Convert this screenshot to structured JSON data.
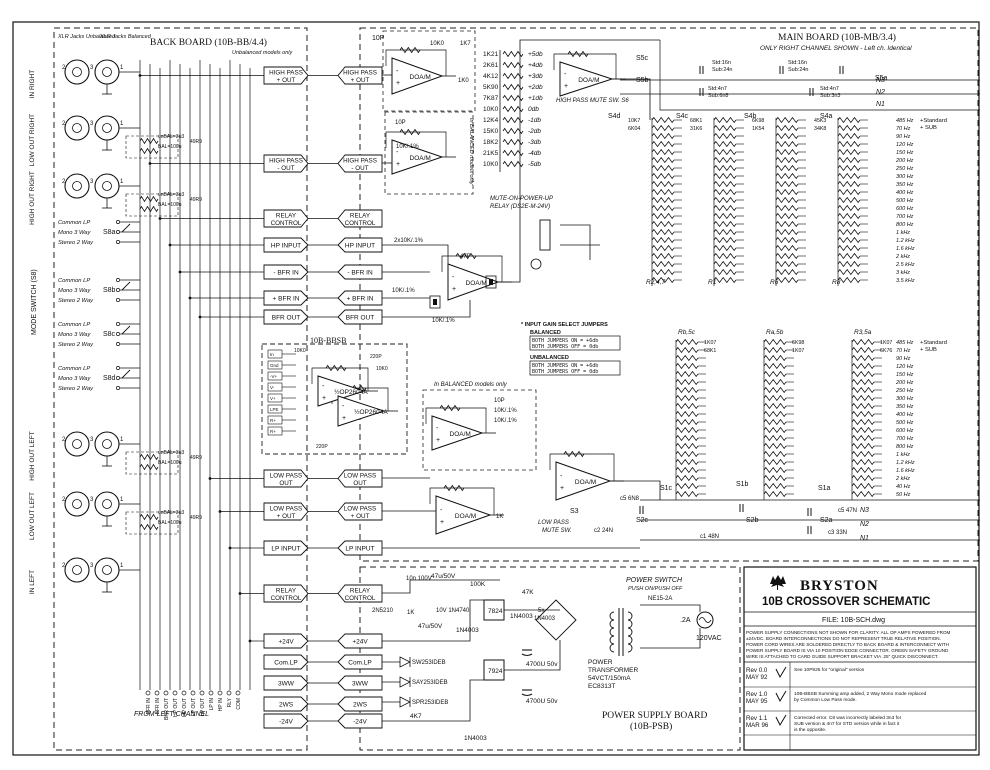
{
  "sheet": {
    "back_board": "BACK BOARD (10B-BB/4.4)",
    "main_board": "MAIN BOARD (10B-MB/3.4)",
    "main_board_note": "ONLY RIGHT CHANNEL SHOWN - Left ch. Identical",
    "power_board": "POWER SUPPLY BOARD",
    "power_board_sub": "(10B-PSB)",
    "bbsb": "10B-BBSB",
    "from_left": "FROM LEFT CHANNEL",
    "unbal_only": "Unbalanced models only",
    "bal_only_1": "In BALANCED models only",
    "bal_only_2": "In BALANCED models only",
    "bal_only_3": "In BALANCED models only",
    "xlr_unbal": "XLR Jacks Unbalanced",
    "xlr_bal": "XLR Jacks Balanced"
  },
  "left_jacks": [
    "IN RIGHT",
    "LOW OUT RIGHT",
    "HIGH OUT RIGHT",
    "HIGH OUT LEFT",
    "LOW OUT LEFT",
    "IN LEFT"
  ],
  "mode_switch": {
    "label": "MODE SWITCH (S8)",
    "groups": [
      "S8a",
      "S8b",
      "S8c",
      "S8d"
    ],
    "options": [
      "Common LP",
      "Mono 3 Way",
      "Stereo 2 Way"
    ]
  },
  "bb_connectors": [
    "HIGH PASS + OUT",
    "HIGH PASS - OUT",
    "RELAY CONTROL",
    "HP INPUT",
    "- BFR IN",
    "+ BFR IN",
    "BFR OUT",
    "LOW PASS OUT",
    "LOW PASS + OUT",
    "LP INPUT",
    "RELAY CONTROL",
    "+24V",
    "Com.LP",
    "3WW",
    "2WS",
    "-24V"
  ],
  "mb_connectors": [
    "HIGH PASS + OUT",
    "HIGH PASS - OUT",
    "RELAY CONTROL",
    "HP INPUT",
    "- BFR IN",
    "+ BFR IN",
    "BFR OUT",
    "LOW PASS OUT",
    "LOW PASS + OUT",
    "LP INPUT",
    "RELAY CONTROL",
    "+24V",
    "Com.LP",
    "3WW",
    "2WS",
    "-24V"
  ],
  "gain": {
    "resistors": [
      "1K21",
      "2K61",
      "4K12",
      "5K90",
      "7K87",
      "10K0",
      "12K4",
      "15K0",
      "18K2",
      "21K5",
      "10K0"
    ],
    "levels": [
      "+5db",
      "+4db",
      "+3db",
      "+2db",
      "+1db",
      "0db",
      "-1db",
      "-2db",
      "-3db",
      "-4db",
      "-5db"
    ],
    "hp_mute": "HIGH PASS MUTE SW. S6",
    "relay": "MUTE-ON-POWER-UP RELAY (DS2E-M-24V)",
    "lp_mute": "LOW PASS MUTE SW."
  },
  "opamp": "DOA/M",
  "freq_hp": [
    "485 Hz",
    "70 Hz",
    "90 Hz",
    "120 Hz",
    "150 Hz",
    "200 Hz",
    "250 Hz",
    "300 Hz",
    "350 Hz",
    "400 Hz",
    "500 Hz",
    "600 Hz",
    "700 Hz",
    "800 Hz",
    "1 kHz",
    "1.2 kHz",
    "1.6 kHz",
    "2 kHz",
    "2.5 kHz",
    "3 kHz",
    "3.5 kHz"
  ],
  "freq_lp": [
    "485 Hz",
    "70 Hz",
    "90 Hz",
    "120 Hz",
    "150 Hz",
    "200 Hz",
    "250 Hz",
    "300 Hz",
    "350 Hz",
    "400 Hz",
    "500 Hz",
    "600 Hz",
    "700 Hz",
    "800 Hz",
    "1 kHz",
    "1.2 kHz",
    "1.6 kHz",
    "2 kHz",
    "40 Hz",
    "50 Hz"
  ],
  "std_sub": [
    "+Standard",
    "+ SUB"
  ],
  "switch_labels": {
    "hp": [
      "S4d",
      "S4c",
      "S4b",
      "S4a",
      "S5a",
      "S5b",
      "S5c"
    ],
    "lp": [
      "S1c",
      "S1b",
      "S1a",
      "S2a",
      "S2b",
      "S2c",
      "S3"
    ],
    "banks_hp": [
      "R2,4,7",
      "R1",
      "R6",
      "R8"
    ],
    "banks_lp": [
      "Rb,5c",
      "Ra,5b",
      "R3,5a"
    ],
    "nodes": [
      "N3",
      "N2",
      "N1"
    ]
  },
  "jumpers": {
    "title": "* INPUT GAIN SELECT JUMPERS",
    "balanced": "BALANCED",
    "bal_rows": [
      "BOTH JUMPERS ON  = +6db",
      "BOTH JUMPERS OFF = 0db"
    ],
    "unbalanced": "UNBALANCED",
    "unbal_rows": [
      "BOTH JUMPERS ON  = +6db",
      "BOTH JUMPERS OFF = 0db"
    ]
  },
  "power": {
    "switch": "POWER SWITCH",
    "switch_sub": "PUSH ON/PUSH OFF",
    "fuse": "NE15-2A",
    "fuse_val": ".2A",
    "mains": "120VAC",
    "transformer": [
      "POWER",
      "TRANSFORMER",
      "54VCT/150mA",
      "EC8313T"
    ],
    "regs": [
      "7824",
      "7924"
    ],
    "diodes": [
      "1N4003",
      "1N4003",
      "1N4003",
      "1N4003"
    ],
    "caps": [
      "47u/50V",
      "47u/50V",
      "4700U 50v",
      "4700U 50v",
      "10n 100V"
    ],
    "res": [
      "100K",
      "47K",
      "10V 1N4740",
      "4K7",
      "1K",
      "2N5210"
    ],
    "leds": [
      "SW253IDEB",
      "SAY253IDEB",
      "SPR253IDEB"
    ]
  },
  "title_block": {
    "brand": "BRYSTON",
    "title": "10B CROSSOVER SCHEMATIC",
    "file": "FILE: 10B-SCH.dwg",
    "notes": [
      "POWER SUPPLY CONNECTIONS NOT SHOWN FOR CLARITY. ALL OP AMPS POWERED FROM",
      "±24VDC. BOARD INTERCONNECTIONS DO NOT REPRESENT TRUE RELATIVE POSITION.",
      "POWER CORD WIRES ARE SOLDERED DIRECTLY TO BACK BOARD & INTERCONNECT WITH",
      "POWER SUPPLY BOARD IS VIA 10 POSITION EDGE CONNECTOR. GREEN SAFETY GROUND",
      "WIRE IS ATTACHED TO CARD GUIDE SUPPORT BRACKET VIA .25\" QUICK DISCONNECT."
    ],
    "revisions": [
      {
        "rev": "Rev 0.0",
        "date": "MAY 92",
        "desc": "See 10P925 for \"original\" version"
      },
      {
        "rev": "Rev 1.0",
        "date": "MAY 95",
        "desc": "10B-BBSB Summing amp added, 2 Way Mono mode replaced by Common Low Pass mode."
      },
      {
        "rev": "Rev 1.1",
        "date": "MAR 96",
        "desc": "Corrected error. C8 was incorrectly labeled 3n3 for SUB version & 4n7 for STD version while in fact it is the opposite."
      }
    ]
  }
}
